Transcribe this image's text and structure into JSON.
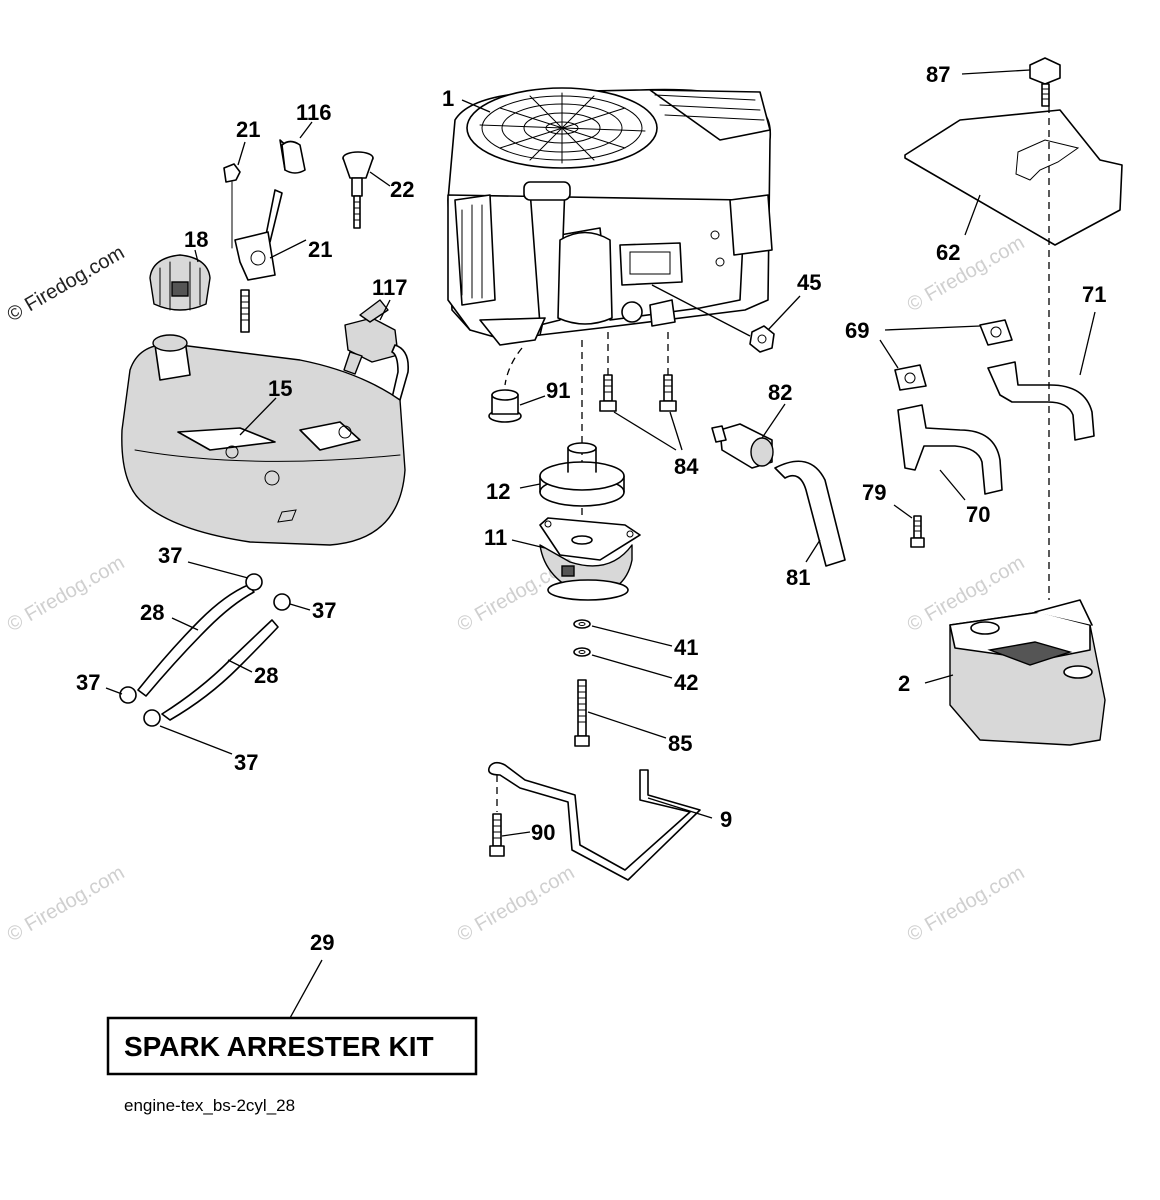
{
  "watermarks": {
    "main": "© Firedog.com",
    "faint": "© Firedog.com"
  },
  "callouts": {
    "c1": "1",
    "c2": "2",
    "c9": "9",
    "c11": "11",
    "c12": "12",
    "c15": "15",
    "c18": "18",
    "c21a": "21",
    "c21b": "21",
    "c22": "22",
    "c28a": "28",
    "c28b": "28",
    "c29": "29",
    "c37a": "37",
    "c37b": "37",
    "c37c": "37",
    "c37d": "37",
    "c41": "41",
    "c42": "42",
    "c45": "45",
    "c62": "62",
    "c69": "69",
    "c70": "70",
    "c71": "71",
    "c79": "79",
    "c81": "81",
    "c82": "82",
    "c84": "84",
    "c85": "85",
    "c87": "87",
    "c90": "90",
    "c91": "91",
    "c116": "116",
    "c117": "117"
  },
  "kit_label": "SPARK ARRESTER KIT",
  "drawing_id": "engine-tex_bs-2cyl_28"
}
